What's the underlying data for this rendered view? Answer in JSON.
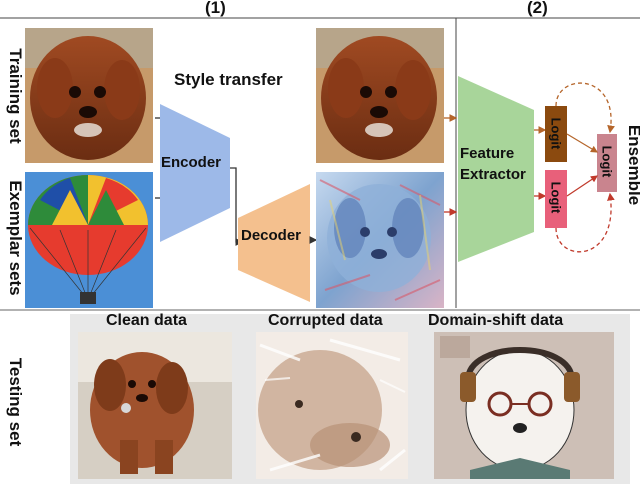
{
  "stages": {
    "stage1": "(1)",
    "stage2": "(2)"
  },
  "row_labels": {
    "training": "Training set",
    "exemplar": "Exemplar sets",
    "testing": "Testing set",
    "ensemble": "Ensemble"
  },
  "blocks": {
    "style_transfer": "Style transfer",
    "encoder": "Encoder",
    "decoder": "Decoder",
    "feature_extractor_1": "Feature",
    "feature_extractor_2": "Extractor",
    "logit_top": "Logit",
    "logit_bottom": "Logit",
    "logit_ensemble": "Logit"
  },
  "test_captions": {
    "clean": "Clean data",
    "corrupted": "Corrupted data",
    "domain_shift": "Domain-shift data"
  },
  "colors": {
    "encoder": "#9db9e8",
    "decoder": "#f4c08e",
    "feature_extractor": "#a8d59a",
    "logit_top": "#8b4a0f",
    "logit_bottom": "#e8607a",
    "logit_ensemble": "#c9848e",
    "arrow_dashed": "#b5652a",
    "test_panel_bg": "#e8e8e8",
    "separator": "#333333"
  }
}
